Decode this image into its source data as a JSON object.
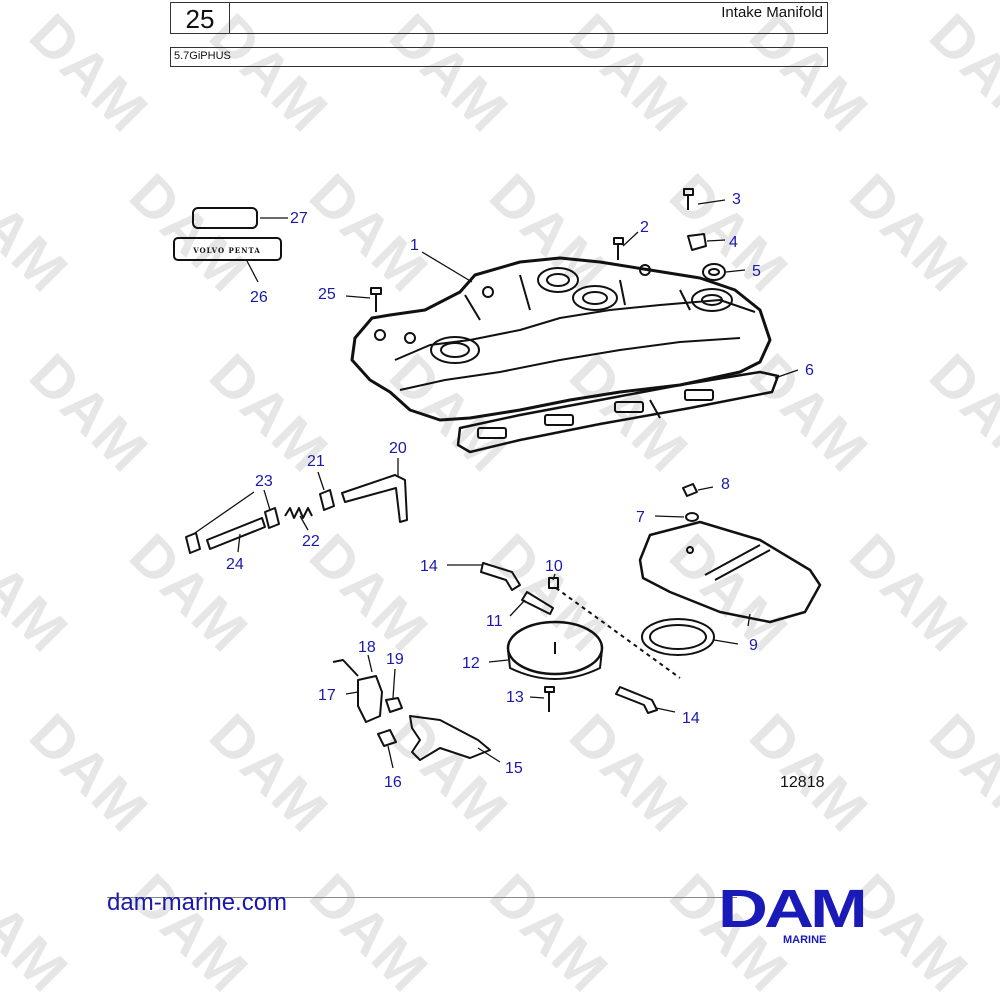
{
  "header": {
    "page_number": "25",
    "title": "Intake Manifold",
    "model": "5.7GiPHUS"
  },
  "diagram": {
    "reference_number": "12818",
    "decal_text": "VOLVO PENTA",
    "callouts": [
      "1",
      "2",
      "3",
      "4",
      "5",
      "6",
      "7",
      "8",
      "9",
      "10",
      "11",
      "12",
      "13",
      "14",
      "14",
      "15",
      "16",
      "17",
      "18",
      "19",
      "20",
      "21",
      "22",
      "23",
      "24",
      "25",
      "26",
      "27"
    ]
  },
  "watermark": {
    "text": "DAM"
  },
  "footer": {
    "url": "dam-marine.com",
    "brand": "DAM",
    "brand_sub": "MARINE"
  },
  "colors": {
    "callout": "#1a1aa8",
    "brand": "#1a1ab8",
    "line": "#111111"
  }
}
